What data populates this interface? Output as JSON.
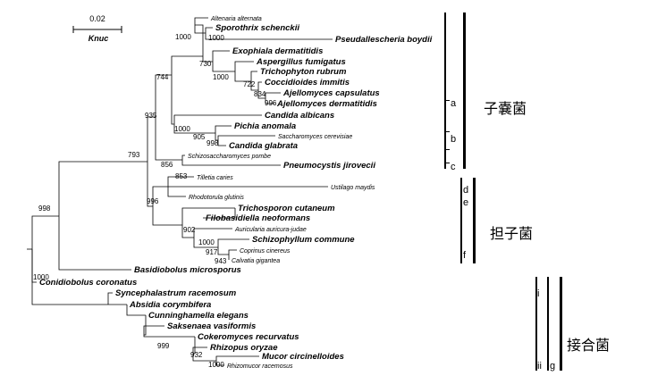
{
  "scale": {
    "value": "0.02",
    "unit": "Knuc"
  },
  "taxa": [
    {
      "id": "alt",
      "name": "Altenaria alternata",
      "bold": false
    },
    {
      "id": "spo",
      "name": "Sporothrix schenckii",
      "bold": true
    },
    {
      "id": "pse",
      "name": "Pseudallescheria boydii",
      "bold": true
    },
    {
      "id": "exo",
      "name": "Exophiala dermatitidis",
      "bold": true
    },
    {
      "id": "asp",
      "name": "Aspergillus fumigatus",
      "bold": true
    },
    {
      "id": "tri",
      "name": "Trichophyton rubrum",
      "bold": true
    },
    {
      "id": "coc",
      "name": "Coccidioides immitis",
      "bold": true
    },
    {
      "id": "ajc",
      "name": "Ajellomyces capsulatus",
      "bold": true
    },
    {
      "id": "ajd",
      "name": "Ajellomyces dermatitidis",
      "bold": true
    },
    {
      "id": "can",
      "name": "Candida albicans",
      "bold": true
    },
    {
      "id": "pic",
      "name": "Pichia anomala",
      "bold": true
    },
    {
      "id": "sac",
      "name": "Saccharomyces cerevisiae",
      "bold": false
    },
    {
      "id": "cgl",
      "name": "Candida glabrata",
      "bold": true
    },
    {
      "id": "sch",
      "name": "Schizosaccharomyces pombe",
      "bold": false
    },
    {
      "id": "pne",
      "name": "Pneumocystis jirovecii",
      "bold": true
    },
    {
      "id": "til",
      "name": "Tilletia caries",
      "bold": false
    },
    {
      "id": "ust",
      "name": "Ustilago maydis",
      "bold": false
    },
    {
      "id": "rho",
      "name": "Rhodotorula glutinis",
      "bold": false
    },
    {
      "id": "trc",
      "name": "Trichosporon cutaneum",
      "bold": true
    },
    {
      "id": "fil",
      "name": "Filobasidiella neoformans",
      "bold": true
    },
    {
      "id": "aur",
      "name": "Auricularia auricura-judae",
      "bold": false
    },
    {
      "id": "szc",
      "name": "Schizophyllum commune",
      "bold": true
    },
    {
      "id": "cop",
      "name": "Coprinus cinereus",
      "bold": false
    },
    {
      "id": "cal",
      "name": "Calvatia gigantea",
      "bold": false
    },
    {
      "id": "bas",
      "name": "Basidiobolus microsporus",
      "bold": true
    },
    {
      "id": "con",
      "name": "Conidiobolus coronatus",
      "bold": true
    },
    {
      "id": "syn",
      "name": "Syncephalastrum racemosum",
      "bold": true
    },
    {
      "id": "abs",
      "name": "Absidia corymbifera",
      "bold": true
    },
    {
      "id": "cun",
      "name": "Cunninghamella elegans",
      "bold": true
    },
    {
      "id": "sak",
      "name": "Saksenaea vasiformis",
      "bold": true
    },
    {
      "id": "cok",
      "name": "Cokeromyces recurvatus",
      "bold": true
    },
    {
      "id": "rhz",
      "name": "Rhizopus oryzae",
      "bold": true
    },
    {
      "id": "muc",
      "name": "Mucor circinelloides",
      "bold": true
    },
    {
      "id": "rhm",
      "name": "Rhizomucor racemosus",
      "bold": false
    }
  ],
  "bootstrap": [
    "1000",
    "1000",
    "730",
    "1000",
    "722",
    "834",
    "996",
    "744",
    "1000",
    "905",
    "998",
    "935",
    "856",
    "793",
    "853",
    "996",
    "902",
    "1000",
    "917",
    "943",
    "998",
    "1000",
    "999",
    "932",
    "1000"
  ],
  "subgroups": [
    "a",
    "b",
    "c",
    "d",
    "e",
    "f",
    "i",
    "ii",
    "g"
  ],
  "phyla": [
    "子嚢菌",
    "担子菌",
    "接合菌"
  ]
}
